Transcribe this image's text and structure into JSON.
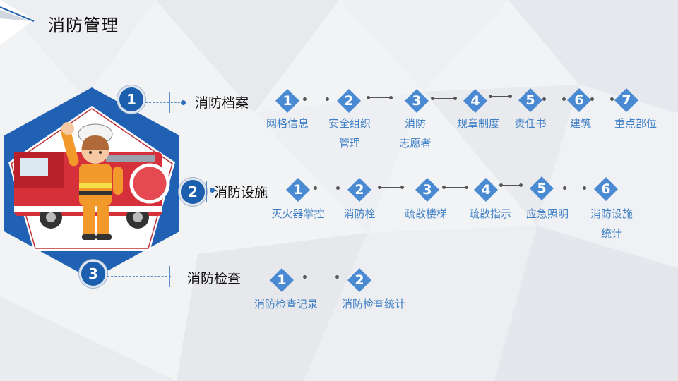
{
  "page": {
    "title": "消防管理"
  },
  "illustration": {
    "name": "firefighter-illustration"
  },
  "sections": [
    {
      "number": "1",
      "label": "消防档案",
      "steps": [
        {
          "num": "1",
          "label": "网格信息"
        },
        {
          "num": "2",
          "label": "安全组织\n管理"
        },
        {
          "num": "3",
          "label": "消防\n志愿者"
        },
        {
          "num": "4",
          "label": "规章制度"
        },
        {
          "num": "5",
          "label": "责任书"
        },
        {
          "num": "6",
          "label": "建筑"
        },
        {
          "num": "7",
          "label": "重点部位"
        }
      ]
    },
    {
      "number": "2",
      "label": "消防设施",
      "steps": [
        {
          "num": "1",
          "label": "灭火器掌控"
        },
        {
          "num": "2",
          "label": "消防栓"
        },
        {
          "num": "3",
          "label": "疏散楼梯"
        },
        {
          "num": "4",
          "label": "疏散指示"
        },
        {
          "num": "5",
          "label": "应急照明"
        },
        {
          "num": "6",
          "label": "消防设施\n统计"
        }
      ]
    },
    {
      "number": "3",
      "label": "消防检查",
      "steps": [
        {
          "num": "1",
          "label": "消防检查记录"
        },
        {
          "num": "2",
          "label": "消防检查统计"
        }
      ]
    }
  ],
  "colors": {
    "accent": "#1b5fae",
    "diamond": "#4a8ad3",
    "label": "#3f7fc6"
  }
}
